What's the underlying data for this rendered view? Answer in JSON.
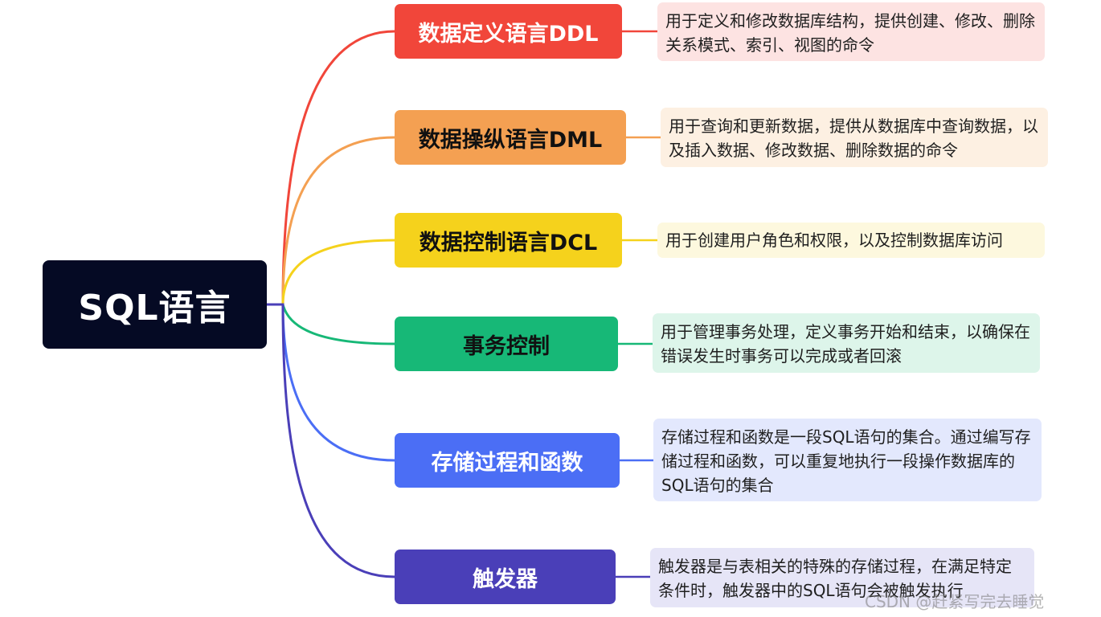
{
  "root": {
    "label": "SQL语言",
    "color": "#050a24"
  },
  "branches": [
    {
      "label": "数据定义语言DDL",
      "color": "#f1463a",
      "text_color": "#ffffff",
      "note_bg": "#fde3e2",
      "note": "用于定义和修改数据库结构，提供创建、修改、删除关系模式、索引、视图的命令"
    },
    {
      "label": "数据操纵语言DML",
      "color": "#f4a052",
      "text_color": "#111111",
      "note_bg": "#fdf0e2",
      "note": "用于查询和更新数据，提供从数据库中查询数据，以及插入数据、修改数据、删除数据的命令"
    },
    {
      "label": "数据控制语言DCL",
      "color": "#f5d21c",
      "text_color": "#111111",
      "note_bg": "#fdf8de",
      "note": "用于创建用户角色和权限，以及控制数据库访问"
    },
    {
      "label": "事务控制",
      "color": "#17b877",
      "text_color": "#111111",
      "note_bg": "#ddf5ea",
      "note": "用于管理事务处理，定义事务开始和结束，以确保在错误发生时事务可以完成或者回滚"
    },
    {
      "label": "存储过程和函数",
      "color": "#4b6ef5",
      "text_color": "#ffffff",
      "note_bg": "#e3e8fd",
      "note": "存储过程和函数是一段SQL语句的集合。通过编写存储过程和函数，可以重复地执行一段操作数据库的SQL语句的集合"
    },
    {
      "label": "触发器",
      "color": "#4a3fb8",
      "text_color": "#ffffff",
      "note_bg": "#e6e5f7",
      "note": "触发器是与表相关的特殊的存储过程，在满足特定条件时，触发器中的SQL语句会被触发执行"
    }
  ],
  "watermark": "CSDN @赶紧写完去睡觉"
}
